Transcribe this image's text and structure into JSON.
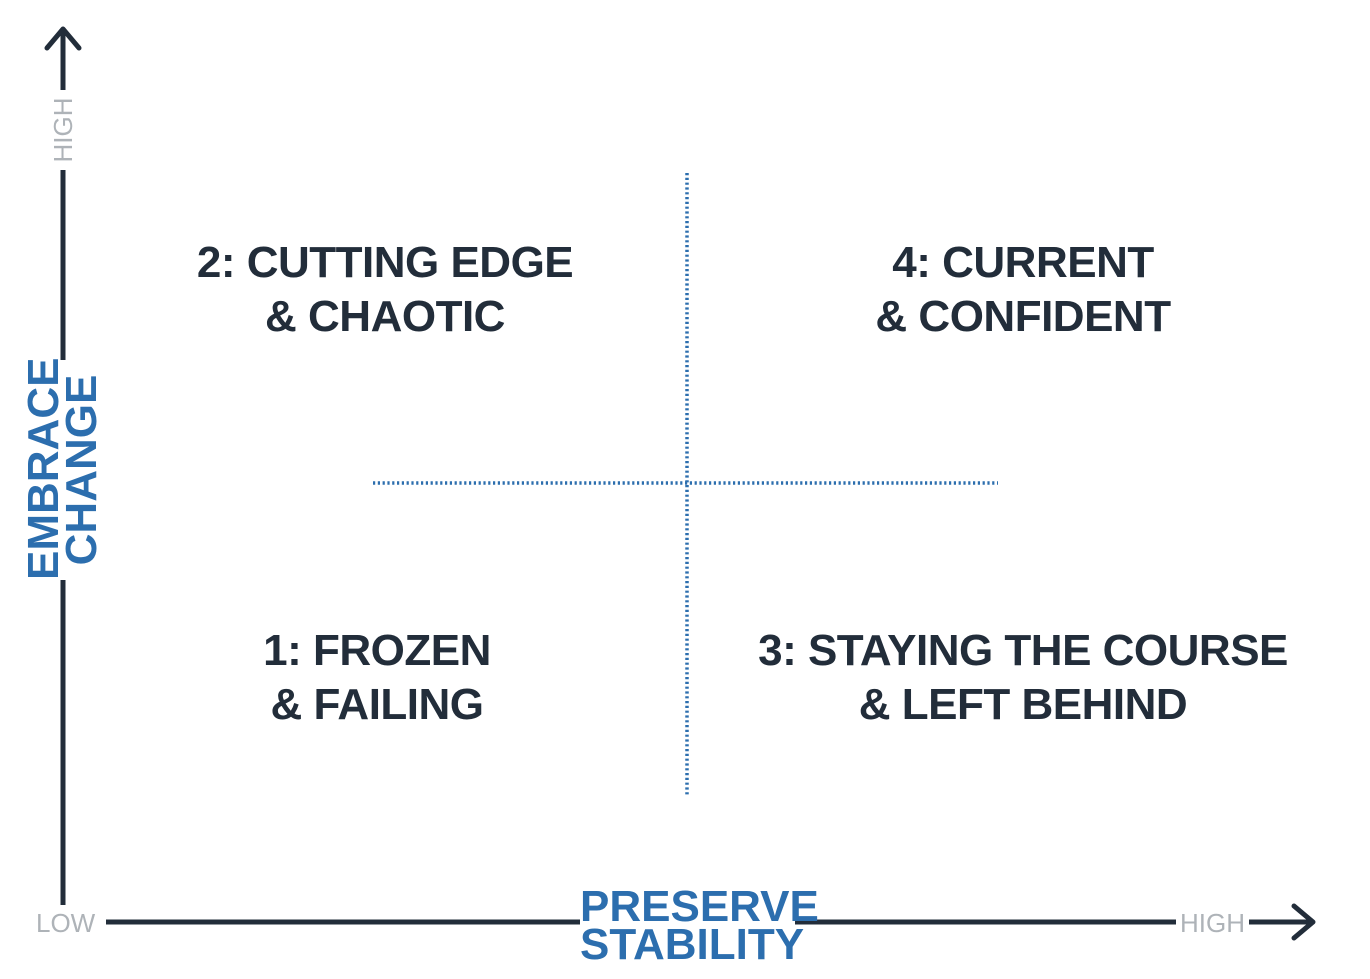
{
  "quadrants": {
    "q1": {
      "line1": "1: FROZEN",
      "line2": "& FAILING"
    },
    "q2": {
      "line1": "2: CUTTING EDGE",
      "line2": "& CHAOTIC"
    },
    "q3": {
      "line1": "3: STAYING THE COURSE",
      "line2": "& LEFT BEHIND"
    },
    "q4": {
      "line1": "4: CURRENT",
      "line2": "& CONFIDENT"
    }
  },
  "x_axis": {
    "line1": "PRESERVE",
    "line2": "STABILITY",
    "low": "LOW",
    "high": "HIGH"
  },
  "y_axis": {
    "line1": "EMBRACE",
    "line2": "CHANGE",
    "high": "HIGH"
  },
  "colors": {
    "axis": "#222d3a",
    "accent": "#2c6eae",
    "tick": "#aeb3b8",
    "text": "#222d3a"
  }
}
